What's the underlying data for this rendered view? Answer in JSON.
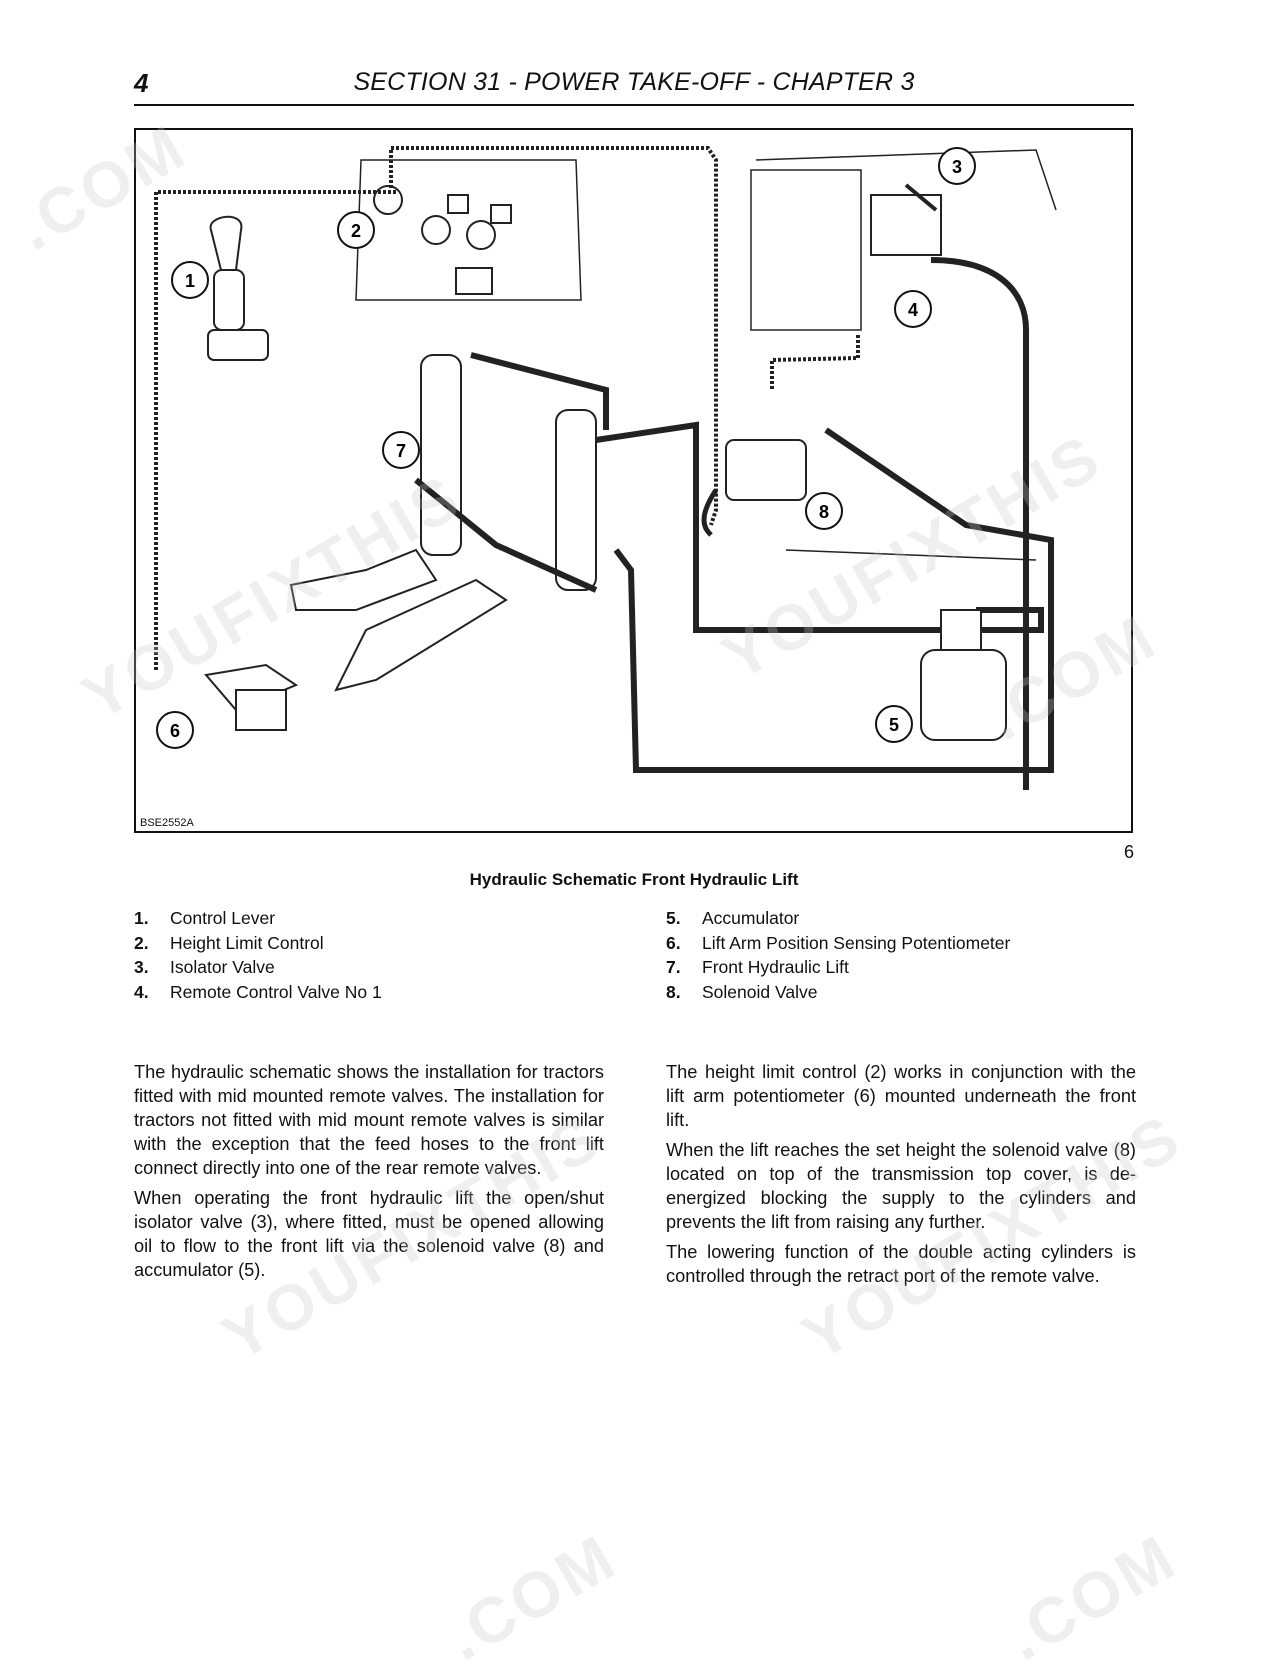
{
  "header": {
    "page_number": "4",
    "section_title": "SECTION 31 - POWER TAKE-OFF - CHAPTER 3"
  },
  "figure": {
    "code": "BSE2552A",
    "number": "6",
    "caption": "Hydraulic Schematic Front Hydraulic Lift",
    "callouts": [
      "1",
      "2",
      "3",
      "4",
      "5",
      "6",
      "7",
      "8"
    ]
  },
  "legend": [
    {
      "num": "1.",
      "label": "Control Lever"
    },
    {
      "num": "2.",
      "label": "Height Limit Control"
    },
    {
      "num": "3.",
      "label": "Isolator Valve"
    },
    {
      "num": "4.",
      "label": "Remote Control Valve No 1"
    },
    {
      "num": "5.",
      "label": "Accumulator"
    },
    {
      "num": "6.",
      "label": "Lift Arm Position Sensing Potentiometer"
    },
    {
      "num": "7.",
      "label": "Front Hydraulic Lift"
    },
    {
      "num": "8.",
      "label": "Solenoid Valve"
    }
  ],
  "body": {
    "left": [
      "The hydraulic schematic shows the installation for tractors fitted with mid mounted remote valves. The installation for tractors not fitted with mid mount remote valves is similar with the exception that the feed hoses to the front lift connect directly into one of the rear remote valves.",
      "When operating the front hydraulic lift the open/shut isolator valve (3), where fitted, must be opened allowing oil to flow to the front lift via the solenoid valve (8) and accumulator (5)."
    ],
    "right": [
      "The height limit control (2) works in conjunction with the lift arm potentiometer (6) mounted underneath the front lift.",
      "When the lift reaches the set height the solenoid valve (8) located on top of the transmission top cover, is de-energized blocking the supply to the cylinders and prevents the lift from raising any further.",
      "The lowering function of the double acting cylinders is controlled through the retract port of the remote valve."
    ]
  },
  "watermarks": {
    "text_a": "YOUFIXTHIS",
    "text_b": ".COM"
  }
}
